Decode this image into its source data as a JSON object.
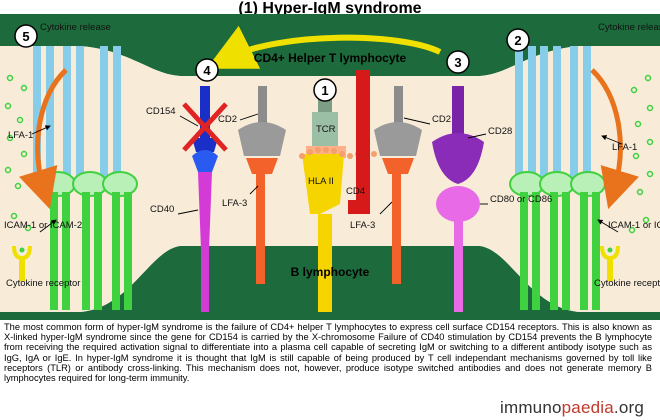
{
  "title": "(1) Hyper-IgM syndrome",
  "labels": {
    "t_cell": "CD4+ Helper T lymphocyte",
    "b_cell": "B lymphocyte",
    "cytokine_release": "Cytokine release",
    "cytokine_receptor": "Cytokine receptor",
    "lfa1": "LFA-1",
    "icam": "ICAM-1 or ICAM-2",
    "cd154": "CD154",
    "cd40": "CD40",
    "cd2": "CD2",
    "lfa3": "LFA-3",
    "tcr": "TCR",
    "hla": "HLA II",
    "cd4": "CD4",
    "cd28": "CD28",
    "cd80": "CD80 or CD86"
  },
  "steps": [
    "1",
    "2",
    "3",
    "4",
    "5"
  ],
  "colors": {
    "t_cell_band": "#1d6b3c",
    "cleft": "#f8ecd9",
    "lfa1": "#87cdea",
    "icam": "#3fd13f",
    "cd154": "#1a2ec8",
    "cd40": "#d43bd6",
    "cd2": "#8c8c8c",
    "lfa3": "#f2622a",
    "tcr": "#7d9e86",
    "hla": "#f6d400",
    "cd4": "#d61a1a",
    "cd28": "#7a22a8",
    "cd80": "#e96ae6",
    "arrow_yellow": "#f0e000",
    "arrow_orange": "#e8731c"
  },
  "caption": "The most common form of hyper-IgM syndrome is the failure of CD4+ helper T lymphocytes to express cell surface CD154 receptors. This is also known as X-linked hyper-IgM syndrome since the gene for CD154 is carried by the X-chromosome Failure of CD40 stimulation by CD154 prevents the B lymphocyte from receiving the required activation signal to differentiate into a plasma cell capable of secreting IgM or switching to a different antibody isotype such as IgG, IgA or IgE. In hyper-IgM syndrome it is thought that IgM is still capable of being produced by T cell independant mechanisms governed by toll like receptors (TLR) or antibody cross-linking. This mechanism does not, however, produce isotype switched antibodies and does not generate memory B lymphocytes required for long-term immunity.",
  "logo": {
    "pre": "immuno",
    "mid": "paedia",
    "post": ".org"
  }
}
